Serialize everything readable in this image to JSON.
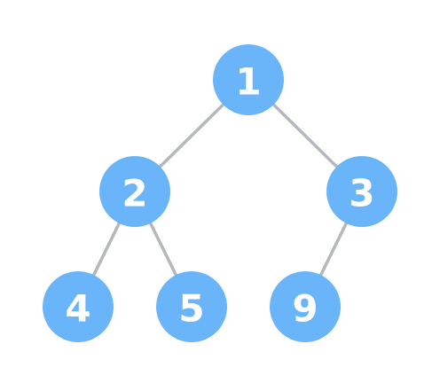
{
  "diagram": {
    "type": "binary-tree",
    "colors": {
      "node_fill": "#6ab4fa",
      "node_text": "#ffffff",
      "edge": "#b4b8bd",
      "background": "#ffffff"
    },
    "nodes": [
      {
        "id": "n1",
        "label": "1"
      },
      {
        "id": "n2",
        "label": "2"
      },
      {
        "id": "n3",
        "label": "3"
      },
      {
        "id": "n4",
        "label": "4"
      },
      {
        "id": "n5",
        "label": "5"
      },
      {
        "id": "n9",
        "label": "9"
      }
    ],
    "edges": [
      {
        "from": "n1",
        "to": "n2"
      },
      {
        "from": "n1",
        "to": "n3"
      },
      {
        "from": "n2",
        "to": "n4"
      },
      {
        "from": "n2",
        "to": "n5"
      },
      {
        "from": "n3",
        "to": "n9"
      }
    ]
  }
}
